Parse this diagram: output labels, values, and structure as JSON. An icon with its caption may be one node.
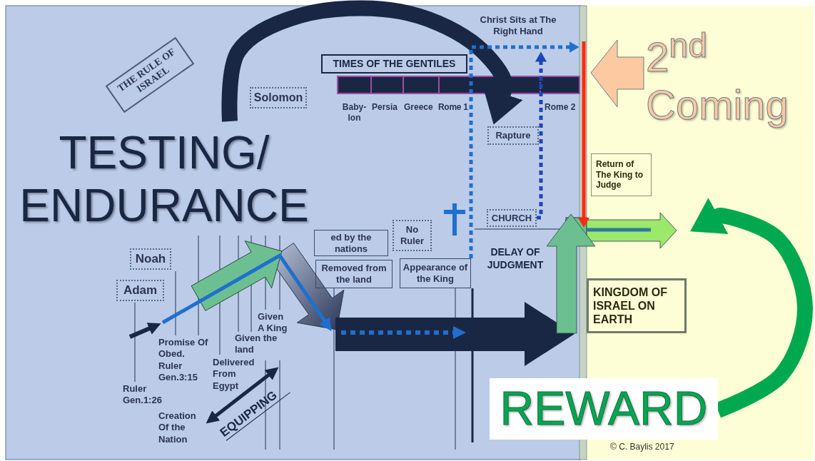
{
  "diagram": {
    "nodes": [
      {
        "text": [
          "THE RULE OF ISRAEL"
        ]
      },
      {
        "text": [
          "Solomon"
        ]
      },
      {
        "text": [
          "TIMES OF THE GENTILES"
        ]
      },
      {
        "text": [
          "Rapture"
        ]
      },
      {
        "text": [
          "Return of The King to Judge"
        ]
      },
      {
        "text": [
          "Noah"
        ]
      },
      {
        "text": [
          "Adam"
        ]
      },
      {
        "text": [
          "ed by the nations"
        ]
      },
      {
        "text": [
          "No Ruler"
        ]
      },
      {
        "text": [
          "Removed from the land"
        ]
      },
      {
        "text": [
          "Appearance of the King"
        ]
      },
      {
        "text": [
          "CHURCH"
        ]
      },
      {
        "text": [
          "KINGDOM OF ISRAEL ON EARTH"
        ]
      },
      {
        "text": [
          "REWARD"
        ]
      }
    ],
    "edges": [
      {
        "from": null,
        "to": 3,
        "arrow": "to",
        "style": "thick"
      },
      {
        "from": 10,
        "to": null,
        "arrow": "to",
        "style": "dashed",
        "color": "#1f6fcf",
        "label": "Christ Sits at The Right Hand"
      },
      {
        "from": 11,
        "to": null,
        "arrow": "to",
        "style": "dashed",
        "color": "#1a47b8"
      },
      {
        "from": 13,
        "to": null,
        "arrow": "to",
        "style": "thick",
        "color": "#00a84f"
      }
    ],
    "labels": [
      "TESTING/ ENDURANCE",
      "2$^{nd}$ Coming",
      "Baby- lon",
      "Persia",
      "Greece",
      "Rome 1",
      "Rome 2",
      "DELAY OF JUDGMENT",
      "Given A King",
      "Promise Of Obed. Ruler Gen.3:15",
      "Given the land",
      "Delivered From Egypt",
      "Ruler Gen.1:26",
      "Creation Of the Nation",
      "EQUIPPING",
      "© C. Baylis 2017"
    ]
  }
}
